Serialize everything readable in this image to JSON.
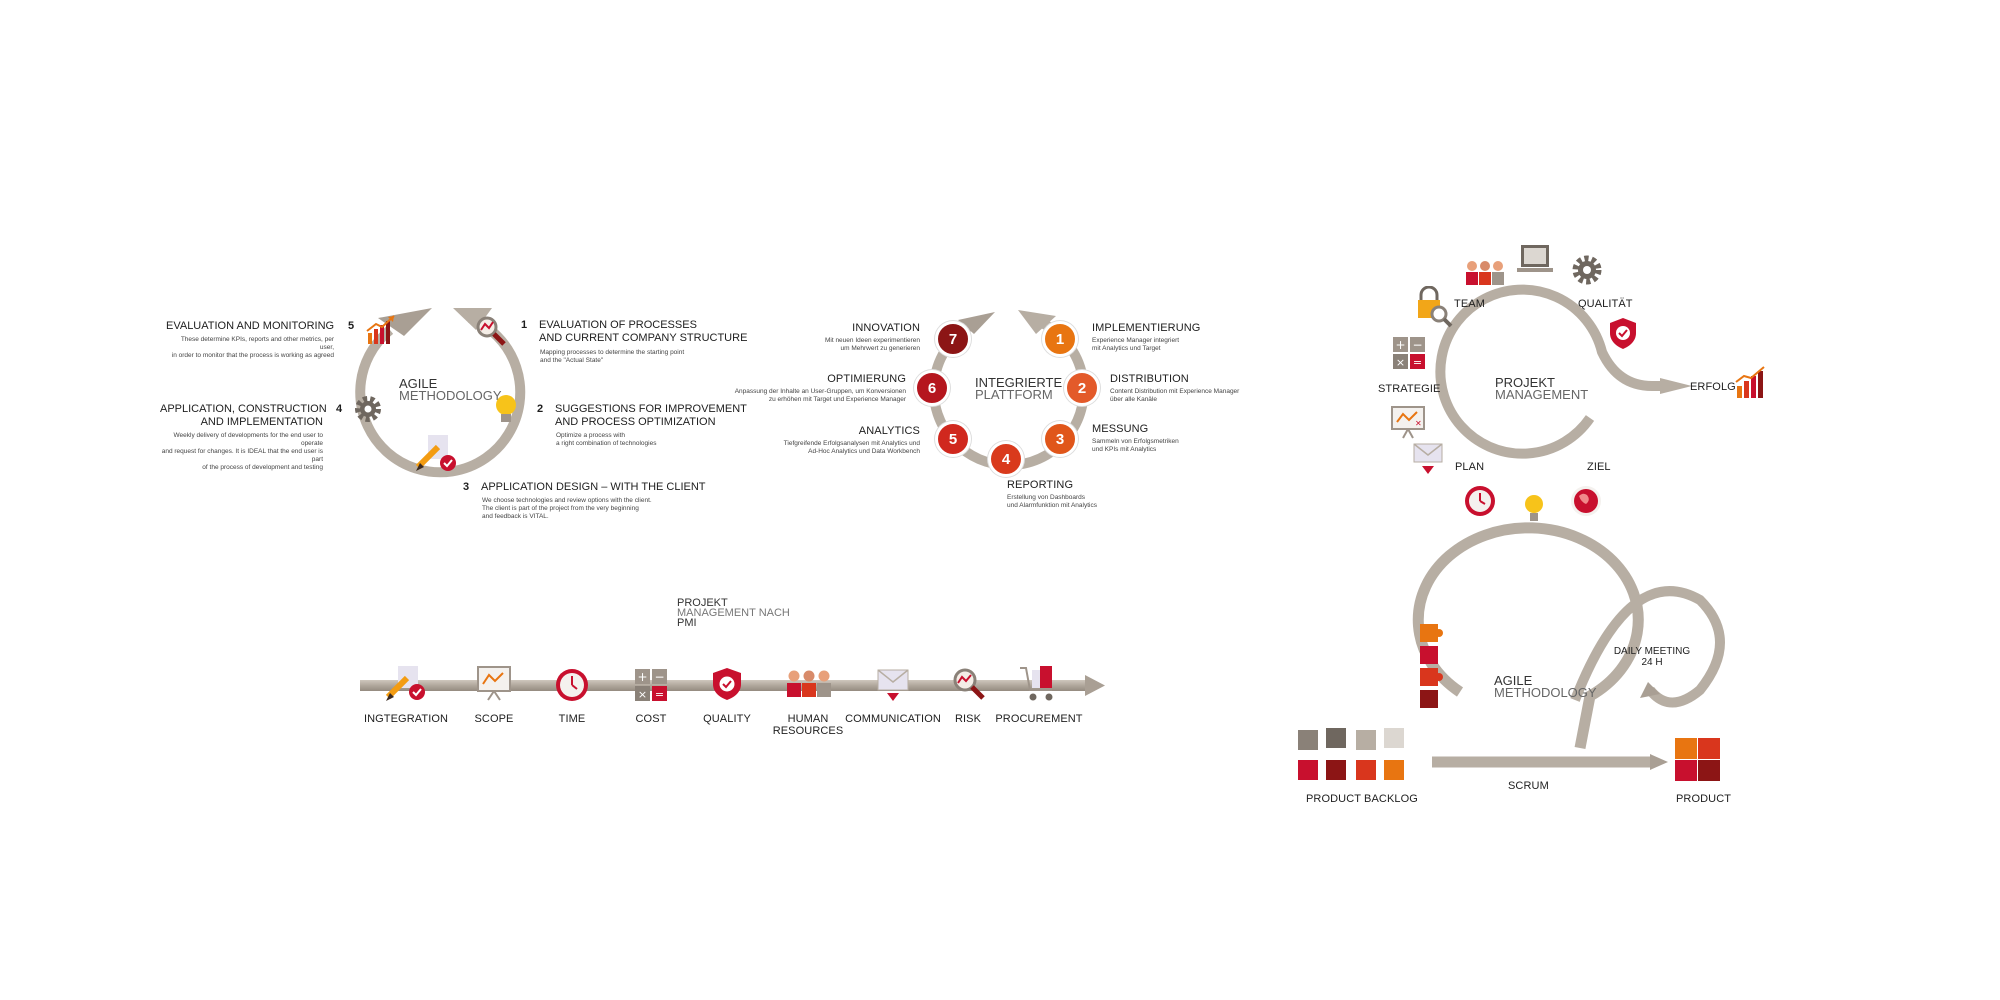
{
  "colors": {
    "arrow": "#b7aea3",
    "arrow_dark": "#9e948a",
    "red": "#c8102e",
    "dark_red": "#8c1515",
    "orange": "#e87511",
    "grey_icon": "#8a8178"
  },
  "agile_methodology": {
    "title_line1": "AGILE",
    "title_line2": "METHODOLOGY",
    "steps": [
      {
        "num": "1",
        "title_line1": "EVALUATION OF PROCESSES",
        "title_line2": "AND CURRENT COMPANY STRUCTURE",
        "desc": "Mapping processes to determine the starting point\nand the \"Actual State\""
      },
      {
        "num": "2",
        "title_line1": "SUGGESTIONS FOR IMPROVEMENT",
        "title_line2": "AND PROCESS OPTIMIZATION",
        "desc": "Optimize a process with\na right combination of technologies"
      },
      {
        "num": "3",
        "title_line1": "APPLICATION DESIGN – WITH THE CLIENT",
        "title_line2": "",
        "desc": "We choose technologies and review options with the client.\nThe client is part of the project from the very beginning\nand feedback is VITAL."
      },
      {
        "num": "4",
        "title_line1": "APPLICATION, CONSTRUCTION",
        "title_line2": "AND IMPLEMENTATION",
        "desc": "Weekly delivery of developments for the end user to operate\nand request for changes. It is IDEAL that the end user is part\nof the process of development and testing"
      },
      {
        "num": "5",
        "title_line1": "EVALUATION AND MONITORING",
        "title_line2": "",
        "desc": "These determine KPIs, reports and other metrics, per user,\nin order to monitor that the process is working as agreed"
      }
    ]
  },
  "integrierte_plattform": {
    "title_line1": "INTEGRIERTE",
    "title_line2": "PLATTFORM",
    "steps": [
      {
        "num": "1",
        "title": "IMPLEMENTIERUNG",
        "color": "#e87511",
        "desc": "Experience Manager integriert\nmit Analytics und Target"
      },
      {
        "num": "2",
        "title": "DISTRIBUTION",
        "color": "#e35a2a",
        "desc": "Content Distribution mit Experience Manager\nüber alle Kanäle"
      },
      {
        "num": "3",
        "title": "MESSUNG",
        "color": "#e0561a",
        "desc": "Sammeln von Erfolgsmetriken\nund KPIs mit Analytics"
      },
      {
        "num": "4",
        "title": "REPORTING",
        "color": "#d93a1c",
        "desc": "Erstellung von Dashboards\nund Alarmfunktion mit Analytics"
      },
      {
        "num": "5",
        "title": "ANALYTICS",
        "color": "#d0281e",
        "desc": "Tiefgreifende Erfolgsanalysen mit Analytics und\nAd-Hoc Analytics und Data Workbench"
      },
      {
        "num": "6",
        "title": "OPTIMIERUNG",
        "color": "#b5161e",
        "desc": "Anpassung der Inhalte an User-Gruppen, um Konversionen\nzu erhöhen mit Target und Experience Manager"
      },
      {
        "num": "7",
        "title": "INNOVATION",
        "color": "#8c1515",
        "desc": "Mit neuen Ideen experimentieren\num Mehrwert zu generieren"
      }
    ]
  },
  "projekt_management": {
    "title_line1": "PROJEKT",
    "title_line2": "MANAGEMENT",
    "labels": {
      "team": "TEAM",
      "qualitaet": "QUALITÄT",
      "strategie": "STRATEGIE",
      "erfolg": "ERFOLG",
      "plan": "PLAN",
      "ziel": "ZIEL"
    }
  },
  "pmi": {
    "title_line1": "PROJEKT",
    "title_line2": "MANAGEMENT NACH",
    "title_line3": "PMI",
    "items": [
      {
        "label": "INGTEGRATION",
        "icon": "pencil-check-icon"
      },
      {
        "label": "SCOPE",
        "icon": "presentation-board-icon"
      },
      {
        "label": "TIME",
        "icon": "clock-icon"
      },
      {
        "label": "COST",
        "icon": "calculator-icon"
      },
      {
        "label": "QUALITY",
        "icon": "shield-check-icon"
      },
      {
        "label": "HUMAN RESOURCES",
        "icon": "people-icon"
      },
      {
        "label": "COMMUNICATION",
        "icon": "mail-icon"
      },
      {
        "label": "RISK",
        "icon": "magnifier-icon"
      },
      {
        "label": "PROCUREMENT",
        "icon": "cart-icon"
      }
    ]
  },
  "scrum": {
    "title_line1": "AGILE",
    "title_line2": "METHODOLOGY",
    "daily_line1": "DAILY MEETING",
    "daily_line2": "24 H",
    "product_backlog": "PRODUCT BACKLOG",
    "scrum": "SCRUM",
    "product": "PRODUCT"
  }
}
